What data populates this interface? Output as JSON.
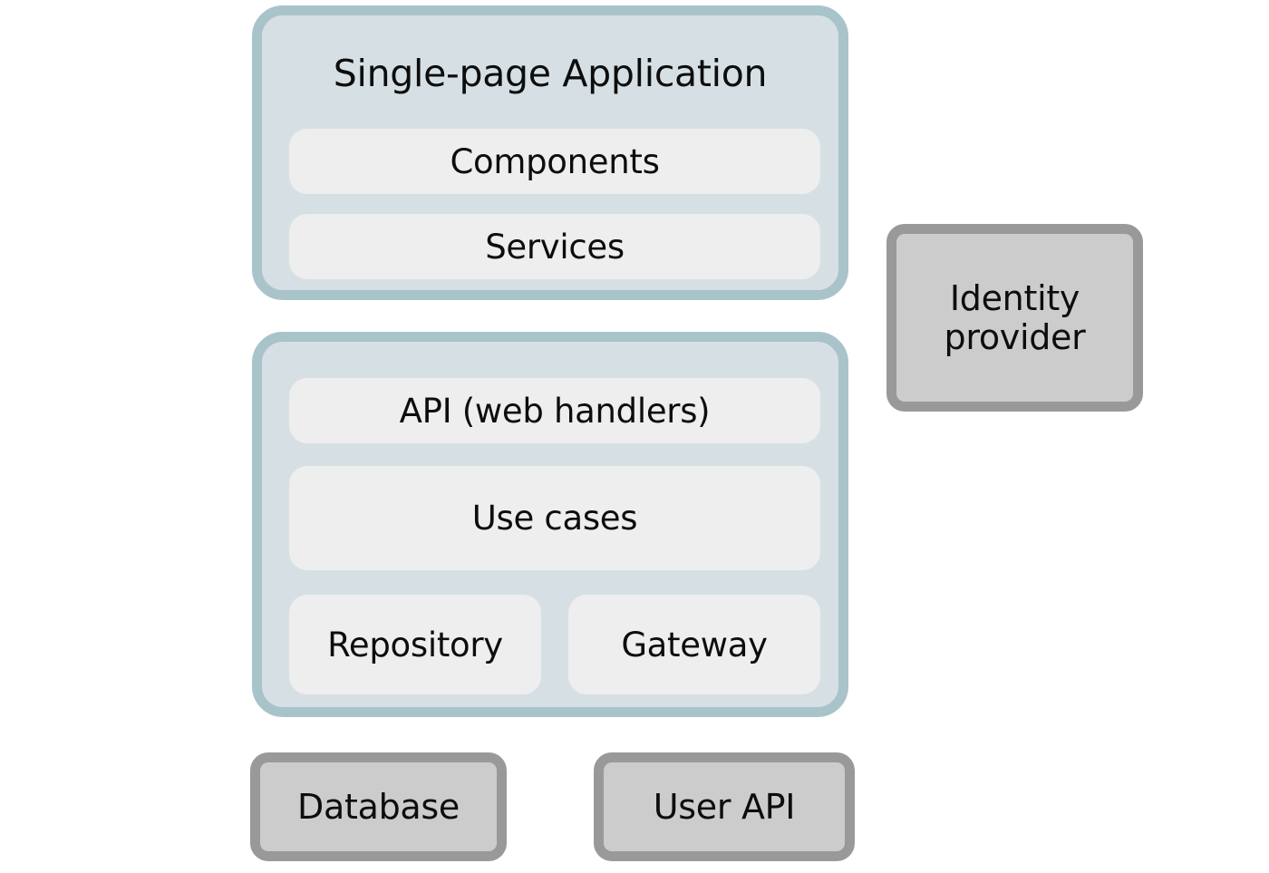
{
  "diagram": {
    "title_spa": "Single-page Application",
    "spa_children": [
      {
        "label": "Components"
      },
      {
        "label": "Services"
      }
    ],
    "backend_children": [
      {
        "label": "API (web handlers)"
      },
      {
        "label": "Use cases"
      },
      {
        "label": "Repository"
      },
      {
        "label": "Gateway"
      }
    ],
    "external": [
      {
        "label": "Identity\nprovider"
      },
      {
        "label": "Database"
      },
      {
        "label": "User API"
      }
    ],
    "colors": {
      "panel_fill": "#d6e0e4",
      "panel_border": "#a9c3ca",
      "inner_fill": "#eeeeee",
      "external_fill": "#cccccc",
      "external_border": "#999999",
      "text": "#0d0d0d",
      "background": "#ffffff"
    }
  }
}
